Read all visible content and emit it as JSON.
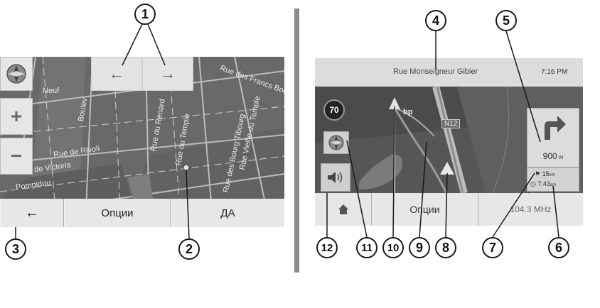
{
  "left_screen": {
    "streets": [
      "Neuf",
      "Boulev",
      "Rue de Rivoli",
      "de Victoria",
      "Pompidou",
      "Rue du Renard",
      "Rue du Temple",
      "Rue des Francs Bourge",
      "Rue Vieille du Temple",
      "Rue des Bourg Tibourg"
    ],
    "compass_icon": "compass-icon",
    "zoom_in_label": "+",
    "zoom_out_label": "−",
    "left_arrow_label": "←",
    "right_arrow_label": "→",
    "bottom_bar": {
      "back_label": "←",
      "options_label": "Опции",
      "ok_label": "ДА"
    }
  },
  "right_screen": {
    "street_name": "Rue Monseigneur Gibier",
    "clock": "7:16 PM",
    "speed_limit": "70",
    "poi_label": "bp",
    "road_label": "N12",
    "turn_distance": "900",
    "turn_distance_unit": "m",
    "remaining_distance": "15",
    "remaining_distance_unit": "km",
    "arrival_time": "7:43",
    "arrival_time_unit": "am",
    "bottom_bar": {
      "options_label": "Опции",
      "radio_label": "104.3 MHz"
    }
  },
  "callouts": [
    "1",
    "2",
    "3",
    "4",
    "5",
    "6",
    "7",
    "8",
    "9",
    "10",
    "11",
    "12"
  ]
}
